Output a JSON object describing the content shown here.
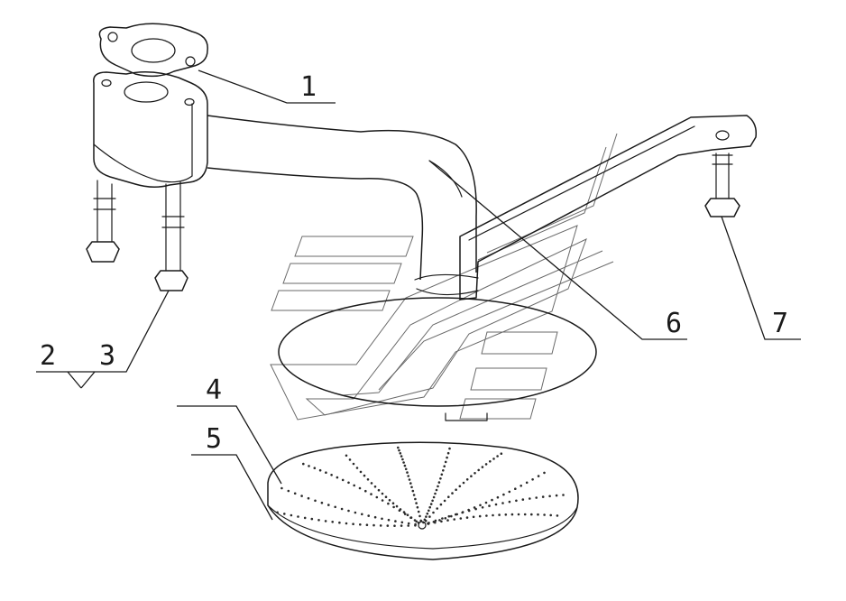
{
  "diagram": {
    "callouts": [
      {
        "id": "1",
        "label": "1"
      },
      {
        "id": "2",
        "label": "2"
      },
      {
        "id": "3",
        "label": "3"
      },
      {
        "id": "4",
        "label": "4"
      },
      {
        "id": "5",
        "label": "5"
      },
      {
        "id": "6",
        "label": "6"
      },
      {
        "id": "7",
        "label": "7"
      }
    ],
    "colors": {
      "line": "#1a1a1a",
      "watermark": "#6a6a6a",
      "background": "#ffffff"
    }
  }
}
